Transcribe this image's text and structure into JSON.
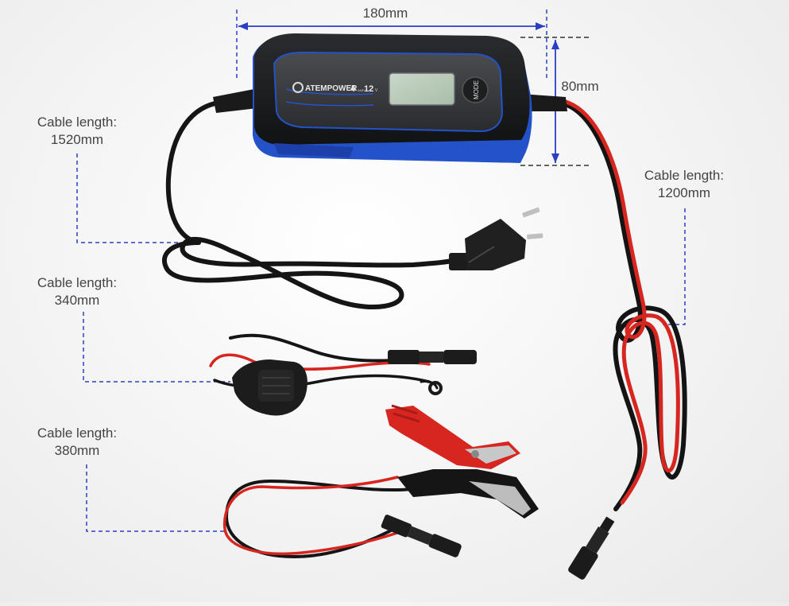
{
  "dimensions": {
    "width": "180mm",
    "height": "80mm"
  },
  "cable_labels": [
    {
      "caption": "Cable length:",
      "value": "1520mm"
    },
    {
      "caption": "Cable length:",
      "value": "1200mm"
    },
    {
      "caption": "Cable length:",
      "value": "340mm"
    },
    {
      "caption": "Cable length:",
      "value": "380mm"
    }
  ],
  "device": {
    "brand": "ATEMPOWER",
    "rating_amp": "4",
    "rating_amp_unit": "AMP",
    "rating_volt": "12",
    "rating_volt_unit": "V",
    "mode_button": "MODE"
  },
  "colors": {
    "accent_blue": "#2453c9",
    "dimension_line": "#2a3fc4",
    "housing": "#1d1e20",
    "lcd": "#b7c9b9",
    "cable_red": "#d7261f",
    "cable_black": "#141414"
  }
}
